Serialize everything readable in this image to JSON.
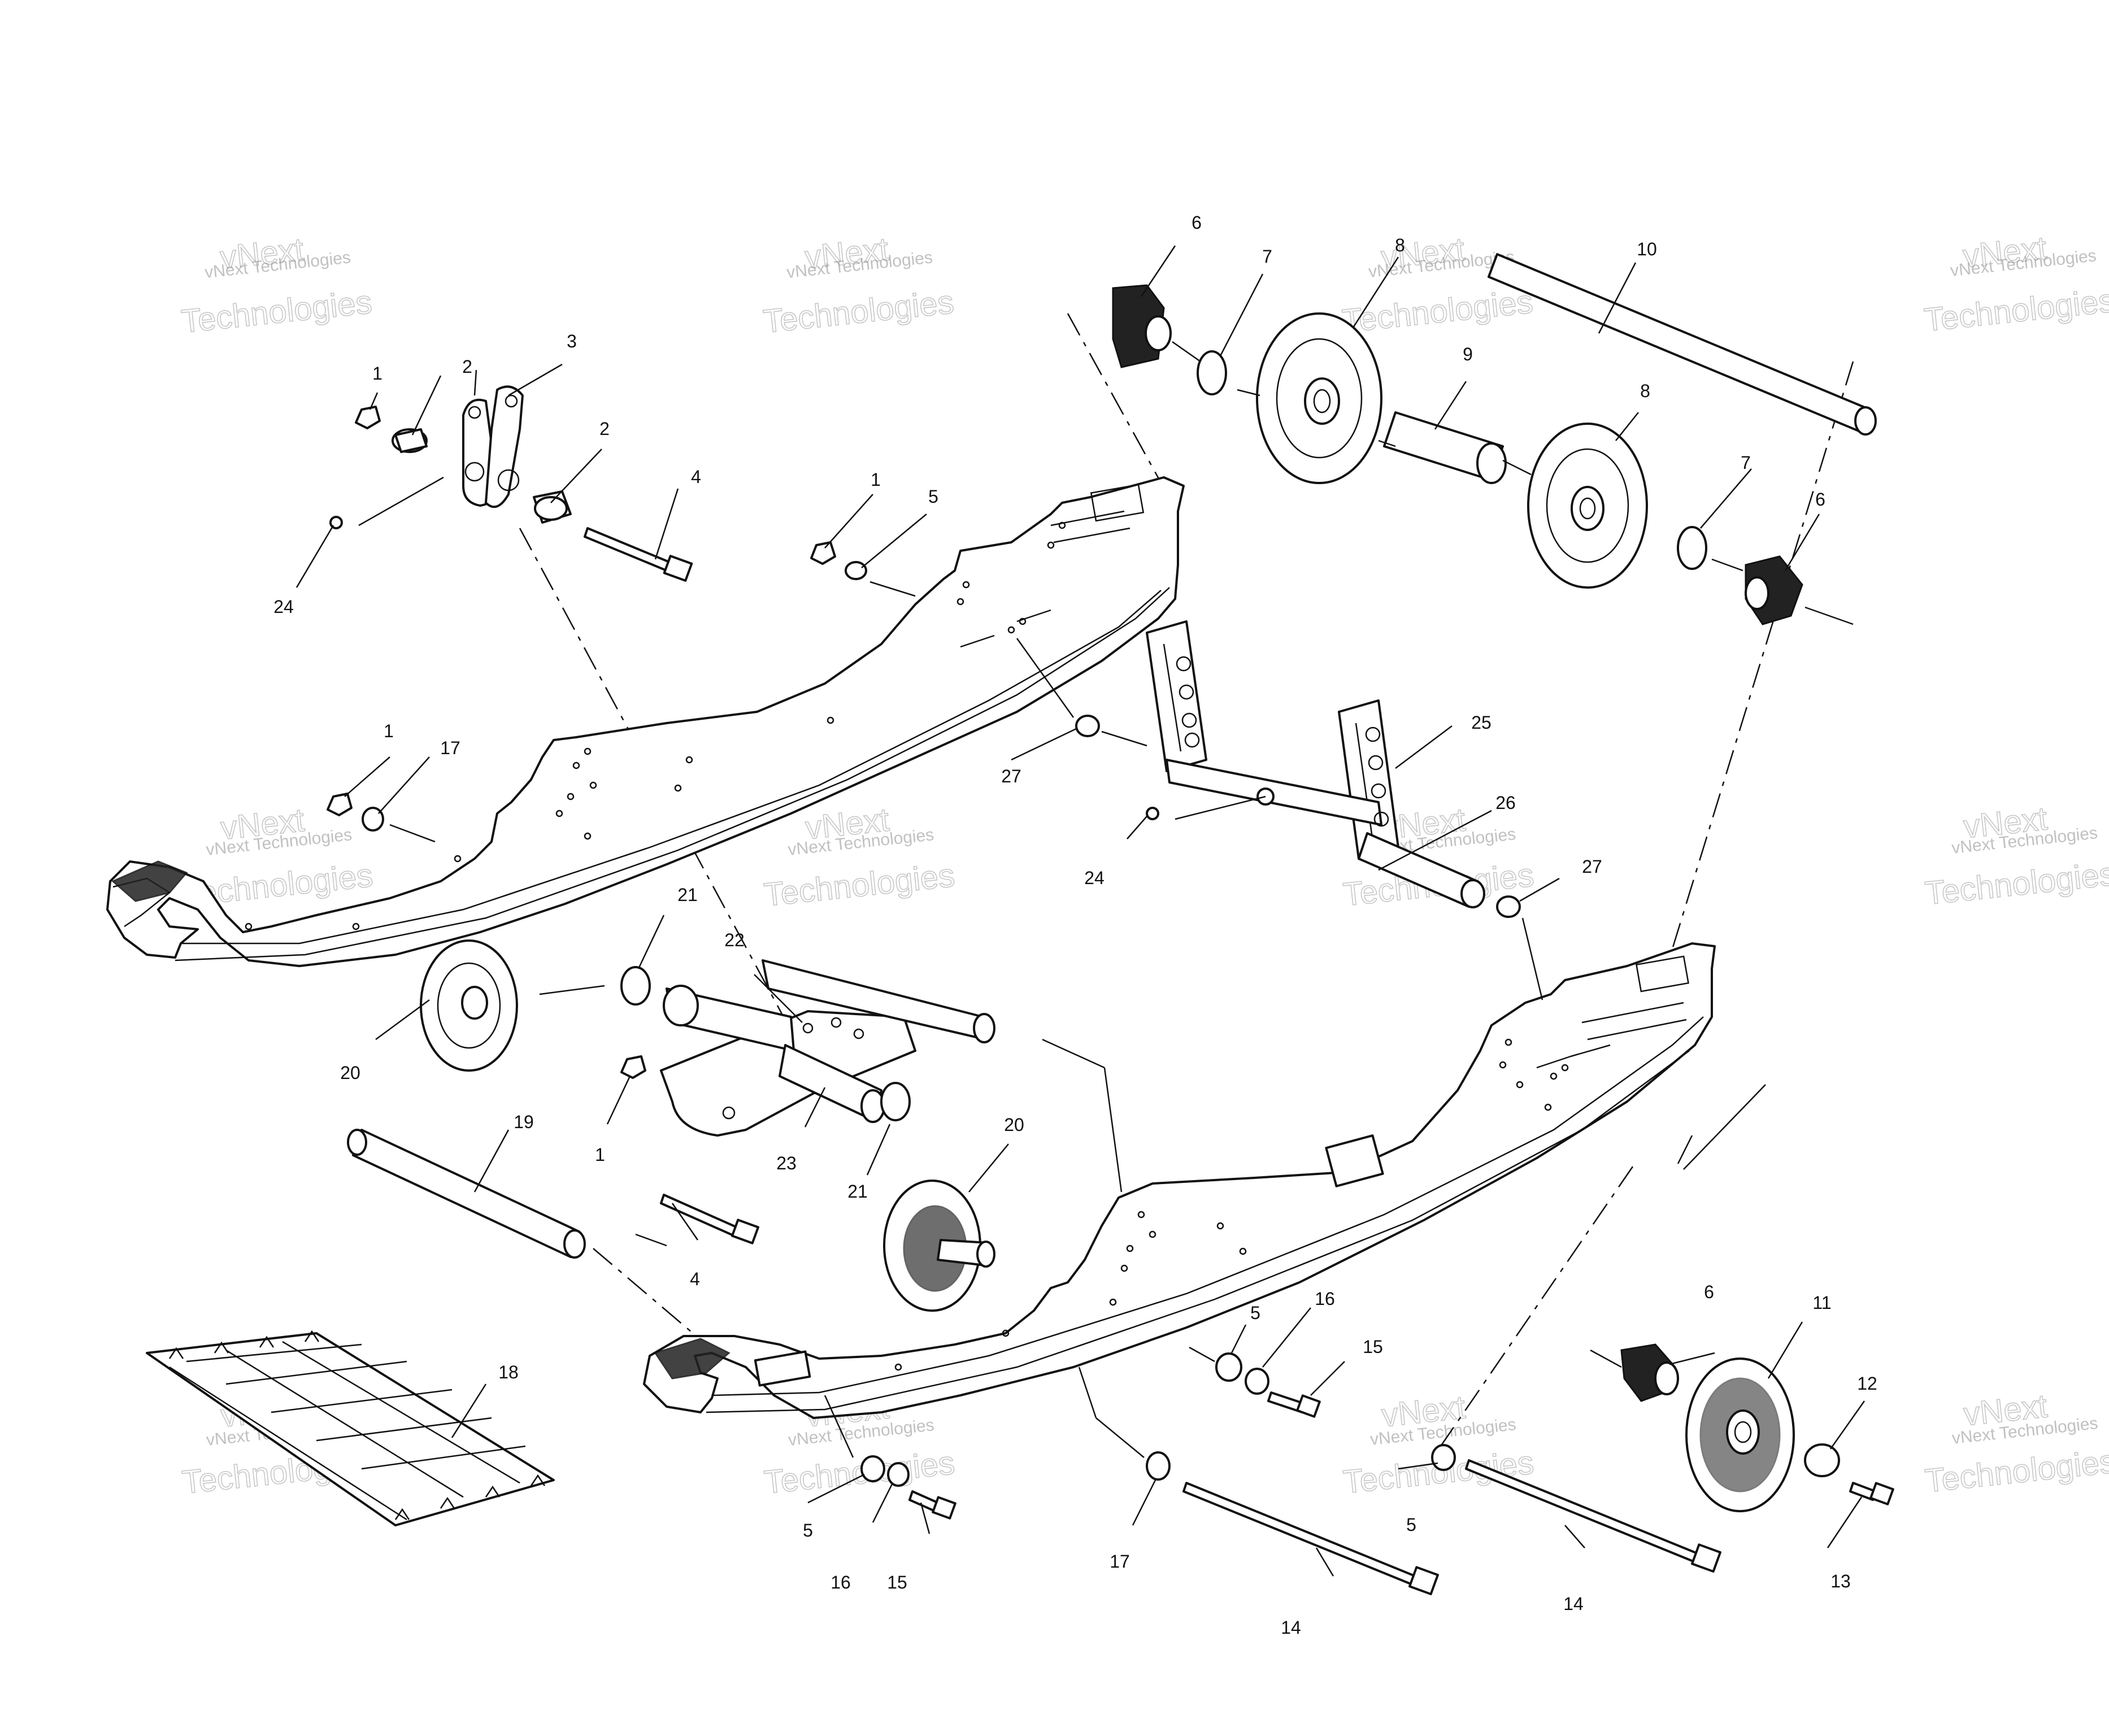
{
  "watermark": {
    "line1": "vNext",
    "line2": "vNext Technologies",
    "line3": "Technologies"
  },
  "callouts": [
    {
      "id": "c1a",
      "text": "1"
    },
    {
      "id": "c2a",
      "text": "2"
    },
    {
      "id": "c3",
      "text": "3"
    },
    {
      "id": "c2b",
      "text": "2"
    },
    {
      "id": "c4a",
      "text": "4"
    },
    {
      "id": "c24a",
      "text": "24"
    },
    {
      "id": "c1b",
      "text": "1"
    },
    {
      "id": "c5a",
      "text": "5"
    },
    {
      "id": "c6a",
      "text": "6"
    },
    {
      "id": "c7a",
      "text": "7"
    },
    {
      "id": "c8a",
      "text": "8"
    },
    {
      "id": "c9",
      "text": "9"
    },
    {
      "id": "c10",
      "text": "10"
    },
    {
      "id": "c8b",
      "text": "8"
    },
    {
      "id": "c7b",
      "text": "7"
    },
    {
      "id": "c6b",
      "text": "6"
    },
    {
      "id": "c1c",
      "text": "1"
    },
    {
      "id": "c17a",
      "text": "17"
    },
    {
      "id": "c27a",
      "text": "27"
    },
    {
      "id": "c25",
      "text": "25"
    },
    {
      "id": "c26",
      "text": "26"
    },
    {
      "id": "c24b",
      "text": "24"
    },
    {
      "id": "c27b",
      "text": "27"
    },
    {
      "id": "c21a",
      "text": "21"
    },
    {
      "id": "c22",
      "text": "22"
    },
    {
      "id": "c20a",
      "text": "20"
    },
    {
      "id": "c1d",
      "text": "1"
    },
    {
      "id": "c23",
      "text": "23"
    },
    {
      "id": "c21b",
      "text": "21"
    },
    {
      "id": "c20b",
      "text": "20"
    },
    {
      "id": "c19",
      "text": "19"
    },
    {
      "id": "c4b",
      "text": "4"
    },
    {
      "id": "c18",
      "text": "18"
    },
    {
      "id": "c5b",
      "text": "5"
    },
    {
      "id": "c16a",
      "text": "16"
    },
    {
      "id": "c15a",
      "text": "15"
    },
    {
      "id": "c6c",
      "text": "6"
    },
    {
      "id": "c11",
      "text": "11"
    },
    {
      "id": "c12",
      "text": "12"
    },
    {
      "id": "c13",
      "text": "13"
    },
    {
      "id": "c5c",
      "text": "5"
    },
    {
      "id": "c16b",
      "text": "16"
    },
    {
      "id": "c15b",
      "text": "15"
    },
    {
      "id": "c17b",
      "text": "17"
    },
    {
      "id": "c5d",
      "text": "5"
    },
    {
      "id": "c14a",
      "text": "14"
    },
    {
      "id": "c14b",
      "text": "14"
    }
  ]
}
